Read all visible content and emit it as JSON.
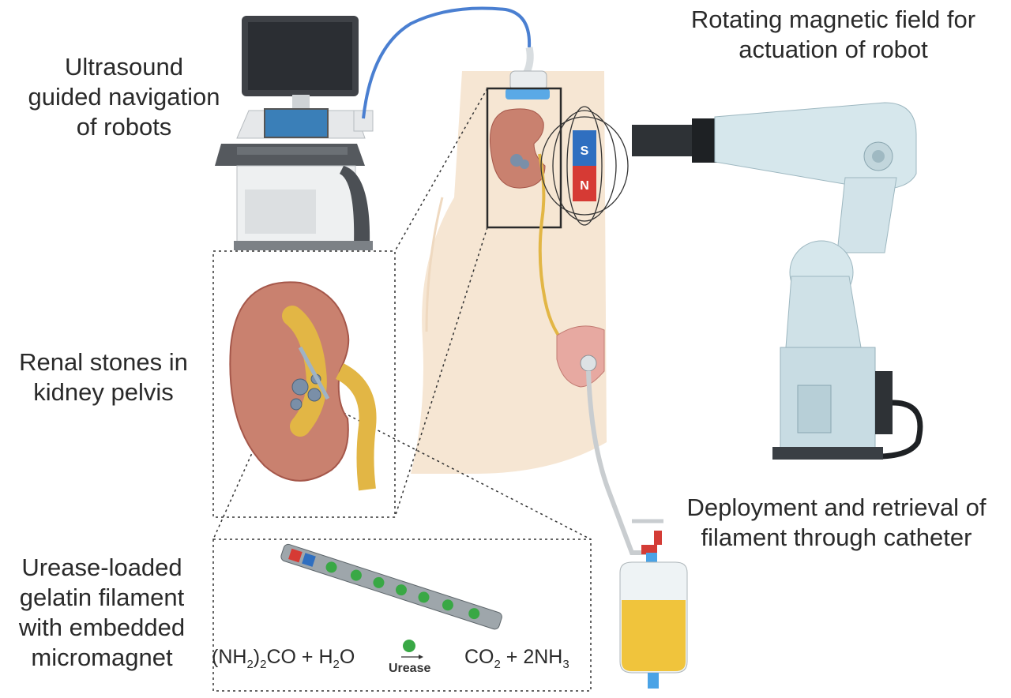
{
  "labels": {
    "ultrasound": [
      "Ultrasound",
      "guided navigation",
      "of robots"
    ],
    "rotating_field": [
      "Rotating magnetic field for",
      "actuation of robot"
    ],
    "renal_stones": [
      "Renal stones in",
      "kidney pelvis"
    ],
    "deployment": [
      "Deployment and retrieval of",
      "filament through catheter"
    ],
    "filament": [
      "Urease-loaded",
      "gelatin filament",
      "with embedded",
      "micromagnet"
    ]
  },
  "equation": {
    "lhs": "(NH2)2CO + H2O",
    "enzyme": "Urease",
    "rhs": "CO2 + 2NH3"
  },
  "magnet": {
    "north": "N",
    "south": "S"
  },
  "colors": {
    "skin": "#f6e6d3",
    "kidney": "#c9816f",
    "kidney_dark": "#a5574a",
    "urine": "#e2b645",
    "robot": "#d6e7ec",
    "robot_dark": "#a7c2cb",
    "magnet_north": "#d63a34",
    "magnet_south": "#2f6fc0",
    "urease_green": "#39a845"
  }
}
